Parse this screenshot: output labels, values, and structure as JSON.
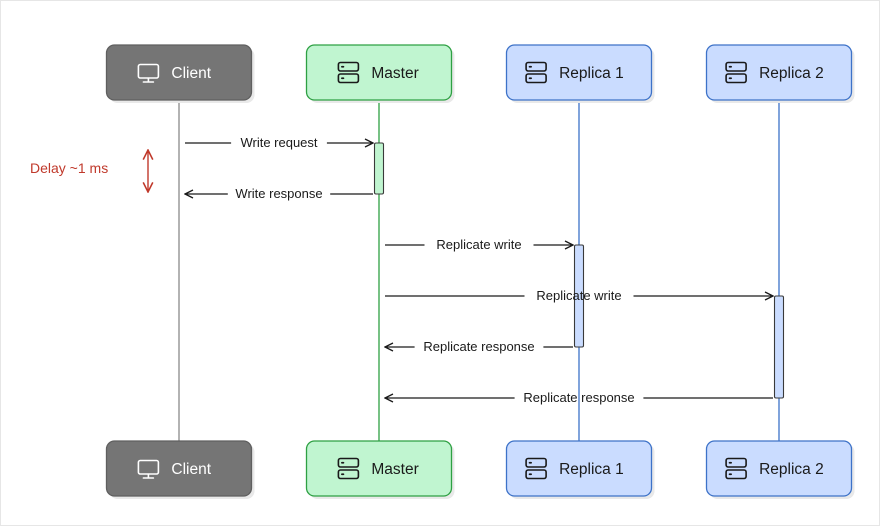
{
  "participants": [
    {
      "id": "client",
      "label": "Client",
      "icon": "monitor-icon",
      "fill": "#757575",
      "stroke": "#5f5f5f",
      "text": "#ffffff",
      "lifeline": "#8a8a8a"
    },
    {
      "id": "master",
      "label": "Master",
      "icon": "server-icon",
      "fill": "#c0f5d0",
      "stroke": "#2ea043",
      "text": "#1a1a1a",
      "lifeline": "#2ea043"
    },
    {
      "id": "replica1",
      "label": "Replica 1",
      "icon": "server-icon",
      "fill": "#cadcff",
      "stroke": "#3d72c8",
      "text": "#1a1a1a",
      "lifeline": "#3d72c8"
    },
    {
      "id": "replica2",
      "label": "Replica 2",
      "icon": "server-icon",
      "fill": "#cadcff",
      "stroke": "#3d72c8",
      "text": "#1a1a1a",
      "lifeline": "#3d72c8"
    }
  ],
  "messages": [
    {
      "from": "client",
      "to": "master",
      "label": "Write request"
    },
    {
      "from": "master",
      "to": "client",
      "label": "Write response"
    },
    {
      "from": "master",
      "to": "replica1",
      "label": "Replicate write"
    },
    {
      "from": "master",
      "to": "replica2",
      "label": "Replicate write"
    },
    {
      "from": "replica1",
      "to": "master",
      "label": "Replicate response"
    },
    {
      "from": "replica2",
      "to": "master",
      "label": "Replicate response"
    }
  ],
  "activations": [
    {
      "participant": "master",
      "fill": "#c0f5d0"
    },
    {
      "participant": "replica1",
      "fill": "#cadcff"
    },
    {
      "participant": "replica2",
      "fill": "#cadcff"
    }
  ],
  "annotation": {
    "label": "Delay ~1 ms",
    "color": "#c0392b"
  }
}
